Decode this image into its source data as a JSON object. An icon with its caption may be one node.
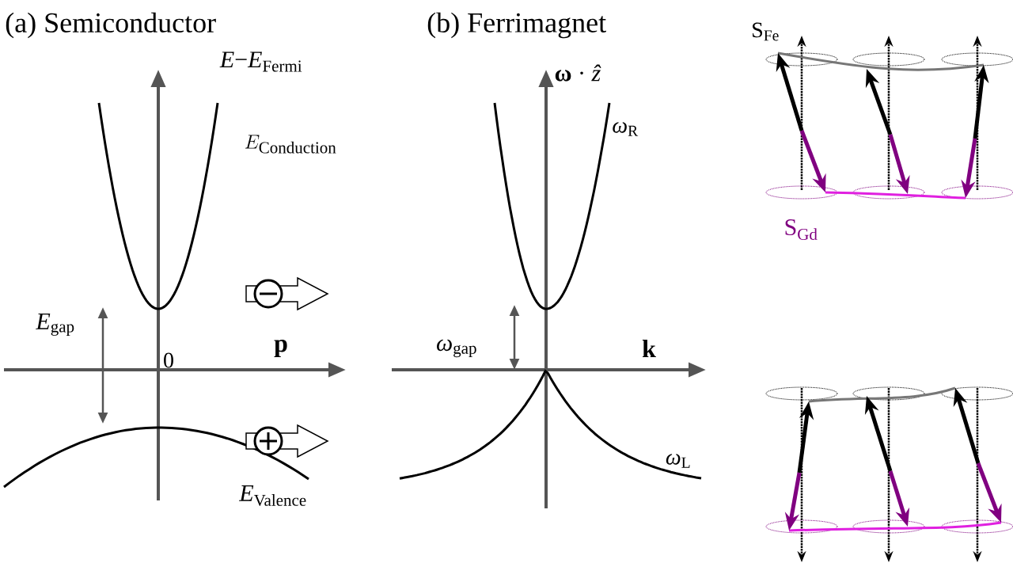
{
  "diagram": {
    "labels": [
      "(a) Semiconductor",
      "(b) Ferrimagnet",
      "S$_{Fe}$",
      "*E*−*E*$_{Fermi}$",
      "**ω** · *ẑ*",
      "E_{\\mathrm{Conduction}}",
      "*ω*$_{R}$",
      "S$_{Gd}$",
      "*E*$_{gap}$",
      "**p**",
      "*ω*$_{gap}$",
      "0",
      "**k**",
      "*ω*$_{L}$",
      "*E*$_{Valence}$"
    ]
  }
}
